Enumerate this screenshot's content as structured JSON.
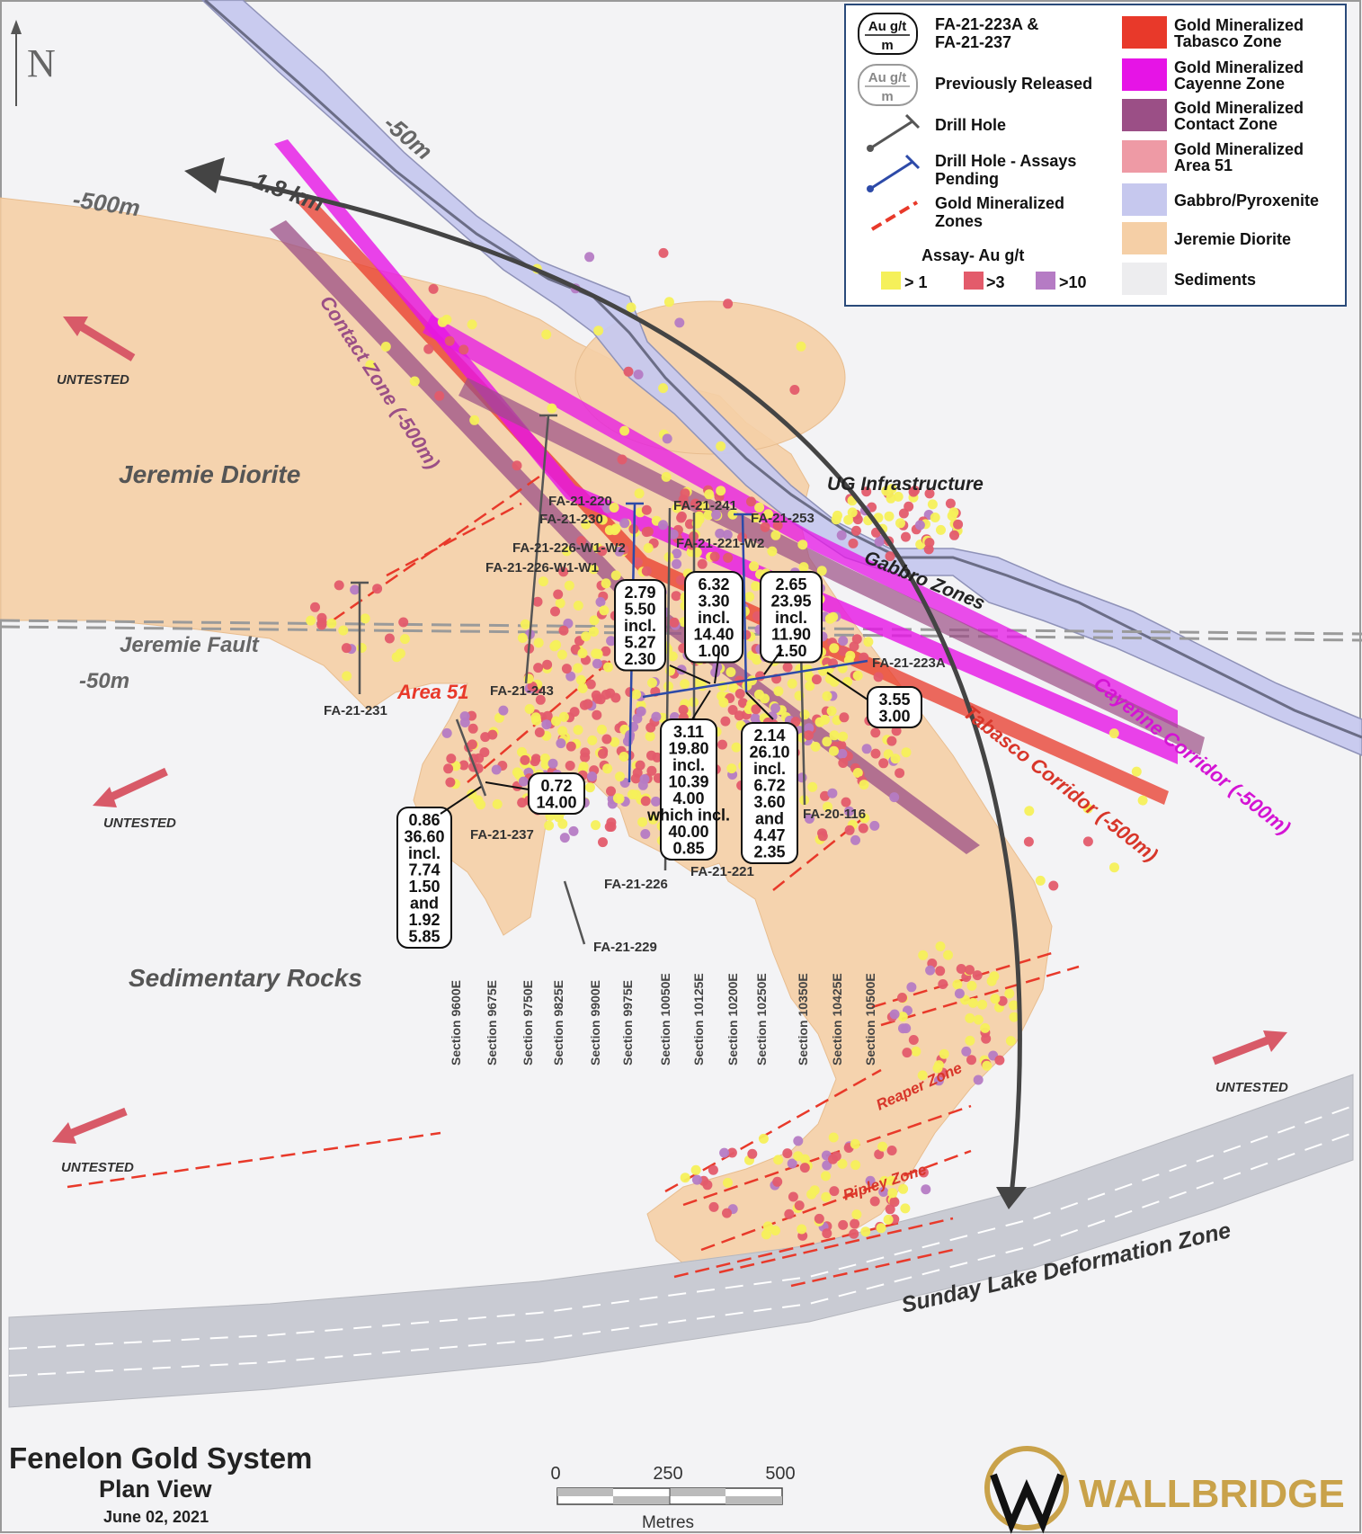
{
  "north_label": "N",
  "legend": {
    "icon_au": "Au g/t",
    "icon_m": "m",
    "new_results": "FA-21-223A & FA-21-237",
    "previously_released": "Previously Released",
    "drill_hole": "Drill Hole",
    "drill_hole_pending": "Drill Hole - Assays Pending",
    "gold_zones": "Gold Mineralized Zones",
    "assay_title": "Assay- Au g/t",
    "assay_1": "> 1",
    "assay_3": ">3",
    "assay_10": ">10",
    "units": [
      {
        "label": "Gold Mineralized Tabasco Zone",
        "color": "#e8392a"
      },
      {
        "label": "Gold Mineralized Cayenne Zone",
        "color": "#e614e6"
      },
      {
        "label": "Gold Mineralized Contact Zone",
        "color": "#9b4f86"
      },
      {
        "label": "Gold Mineralized Area 51",
        "color": "#ee9aa5"
      },
      {
        "label": "Gabbro/Pyroxenite",
        "color": "#c6c8ee"
      },
      {
        "label": "Jeremie Diorite",
        "color": "#f5cfa6"
      },
      {
        "label": "Sediments",
        "color": "#ededef"
      }
    ]
  },
  "map_labels": {
    "depth_50_top": "-50m",
    "depth_500": "-500m",
    "distance": "1.8 km",
    "contact_zone": "Contact Zone (-500m)",
    "jeremie_diorite": "Jeremie Diorite",
    "jeremie_fault": "Jeremie Fault",
    "depth_50_left": "-50m",
    "area_51": "Area 51",
    "ug_infrastructure": "UG Infrastructure",
    "gabbro_zones": "Gabbro Zones",
    "cayenne_corridor": "Cayenne Corridor (-500m)",
    "tabasco_corridor": "Tabasco Corridor (-500m)",
    "sedimentary_rocks": "Sedimentary Rocks",
    "reaper_zone": "Reaper Zone",
    "ripley_zone": "Ripley Zone",
    "sunday_lake": "Sunday Lake Deformation Zone",
    "untested_1": "UNTESTED",
    "untested_2": "UNTESTED",
    "untested_3": "UNTESTED",
    "untested_4": "UNTESTED"
  },
  "drill_holes": {
    "h220": "FA-21-220",
    "h230": "FA-21-230",
    "h226w2": "FA-21-226-W1-W2",
    "h226w1": "FA-21-226-W1-W1",
    "h241": "FA-21-241",
    "h253": "FA-21-253",
    "h221w2": "FA-21-221-W2",
    "h223a": "FA-21-223A",
    "h231": "FA-21-231",
    "h243": "FA-21-243",
    "h237": "FA-21-237",
    "h226": "FA-21-226",
    "h221": "FA-21-221",
    "h229": "FA-21-229",
    "h116": "FA-20-116"
  },
  "result_boxes": [
    {
      "lines": [
        "2.79",
        "5.50",
        "incl.",
        "5.27",
        "2.30"
      ]
    },
    {
      "lines": [
        "6.32",
        "3.30",
        "incl.",
        "14.40",
        "1.00"
      ]
    },
    {
      "lines": [
        "2.65",
        "23.95",
        "incl.",
        "11.90",
        "1.50"
      ]
    },
    {
      "lines": [
        "3.55",
        "3.00"
      ]
    },
    {
      "lines": [
        "3.11",
        "19.80",
        "incl.",
        "10.39",
        "4.00",
        "which incl.",
        "40.00",
        "0.85"
      ]
    },
    {
      "lines": [
        "2.14",
        "26.10",
        "incl.",
        "6.72",
        "3.60",
        "and",
        "4.47",
        "2.35"
      ]
    },
    {
      "lines": [
        "0.72",
        "14.00"
      ]
    },
    {
      "lines": [
        "0.86",
        "36.60",
        "incl.",
        "7.74",
        "1.50",
        "and",
        "1.92",
        "5.85"
      ]
    }
  ],
  "sections": [
    "Section 9600E",
    "Section 9675E",
    "Section 9750E",
    "Section 9825E",
    "Section 9900E",
    "Section 9975E",
    "Section 10050E",
    "Section 10125E",
    "Section 10200E",
    "Section 10250E",
    "Section 10350E",
    "Section 10425E",
    "Section 10500E"
  ],
  "title": {
    "line1": "Fenelon Gold System",
    "line2": "Plan View",
    "date": "June 02, 2021"
  },
  "scale": {
    "t0": "0",
    "t1": "250",
    "t2": "500",
    "unit": "Metres"
  },
  "logo_text": "WALLBRIDGE"
}
